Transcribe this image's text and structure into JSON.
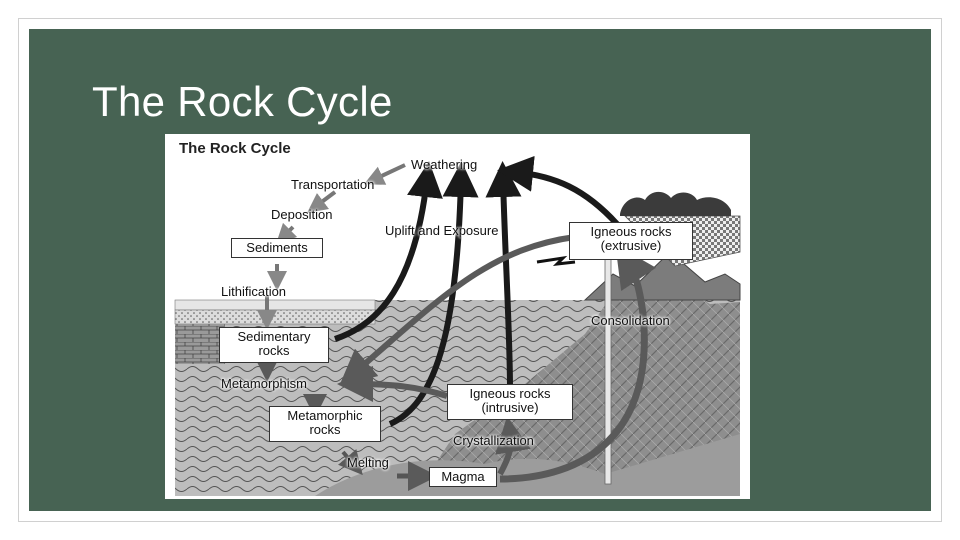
{
  "slide": {
    "title": "The Rock Cycle"
  },
  "diagram": {
    "title": "The Rock Cycle",
    "processes": {
      "weathering": "Weathering",
      "transportation": "Transportation",
      "deposition": "Deposition",
      "lithification": "Lithification",
      "uplift": "Uplift and Exposure",
      "metamorphism": "Metamorphism",
      "consolidation": "Consolidation",
      "crystallization": "Crystallization",
      "melting": "Melting"
    },
    "boxes": {
      "sediments": "Sediments",
      "sedimentary_1": "Sedimentary",
      "sedimentary_2": "rocks",
      "metamorphic_1": "Metamorphic",
      "metamorphic_2": "rocks",
      "igneous_ext_1": "Igneous rocks",
      "igneous_ext_2": "(extrusive)",
      "igneous_int_1": "Igneous rocks",
      "igneous_int_2": "(intrusive)",
      "magma": "Magma"
    }
  }
}
